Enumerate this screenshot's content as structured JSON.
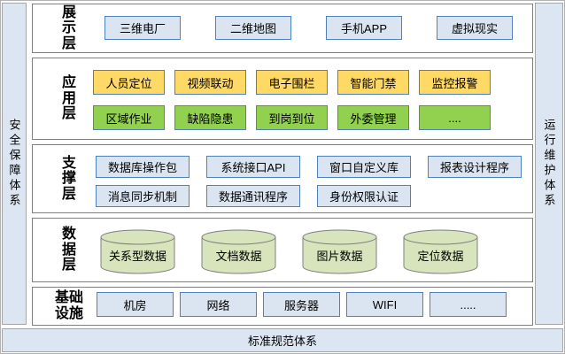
{
  "side_bars": {
    "left_label": "安全保障体系",
    "right_label": "运行维护体系"
  },
  "bottom_bar": {
    "label": "标准规范体系"
  },
  "layers": [
    {
      "name": "presentation-layer",
      "label": "展\n示\n层",
      "boxes": [
        "三维电厂",
        "二维地图",
        "手机APP",
        "虚拟现实"
      ]
    },
    {
      "name": "application-layer",
      "label": "应\n用\n层",
      "row1": [
        "人员定位",
        "视频联动",
        "电子围栏",
        "智能门禁",
        "监控报警"
      ],
      "row2": [
        "区域作业",
        "缺陷隐患",
        "到岗到位",
        "外委管理",
        "...."
      ]
    },
    {
      "name": "support-layer",
      "label": "支\n撑\n层",
      "row1": [
        "数据库操作包",
        "系统接口API",
        "窗口自定义库",
        "报表设计程序"
      ],
      "row2": [
        "消息同步机制",
        "数据通讯程序",
        "身份权限认证"
      ]
    },
    {
      "name": "data-layer",
      "label": "数\n据\n层",
      "cylinders": [
        "关系型数据",
        "文档数据",
        "图片数据",
        "定位数据"
      ]
    },
    {
      "name": "infrastructure-layer",
      "label": "基础\n设施",
      "boxes": [
        "机房",
        "网络",
        "服务器",
        "WIFI",
        "....."
      ]
    }
  ],
  "colors": {
    "bar-fill": "#dce6f2",
    "bar-border": "#a6a6a6",
    "band-border": "#7f7f7f",
    "box-fill": "#dbe5f1",
    "box-border": "#4f81bd",
    "yellow-fill": "#ffd966",
    "green-fill": "#92d050",
    "cylinder-fill": "#d7e4bc",
    "cylinder-border": "#7f7f7f"
  }
}
